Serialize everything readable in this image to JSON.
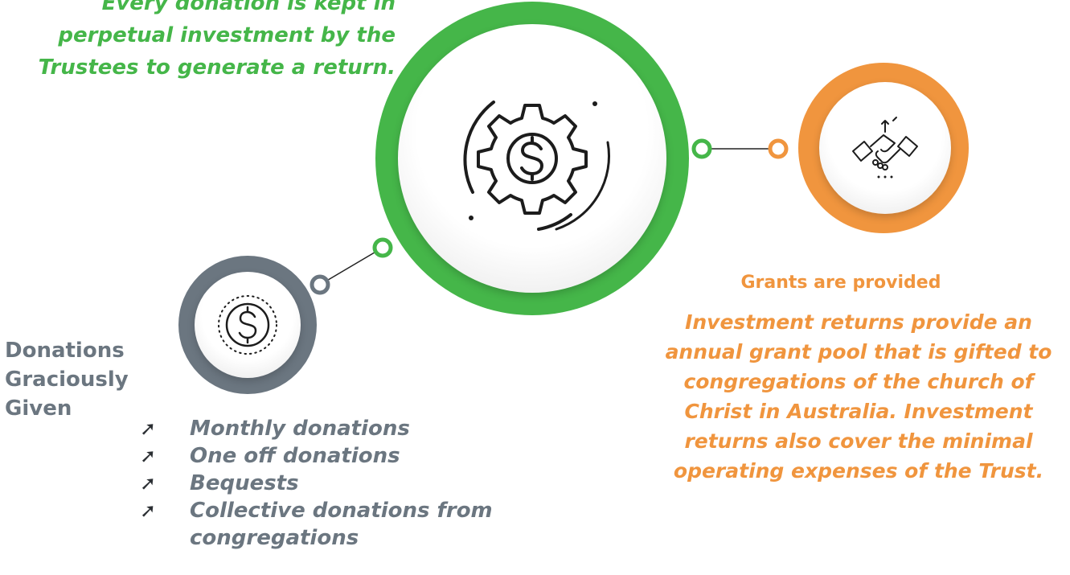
{
  "colors": {
    "green": "#45b649",
    "orange": "#f0953e",
    "grey": "#6b7680",
    "icon": "#1c1c1c"
  },
  "investment": {
    "text": "Every donation is kept in perpetual investment by the Trustees to generate a return.",
    "icon": "gear-dollar-icon"
  },
  "donations": {
    "title": "Donations Graciously Given",
    "icon": "dollar-coin-icon",
    "bullet_icon": "arrow-up-right-icon",
    "items": [
      "Monthly donations",
      "One off donations",
      "Bequests",
      "Collective donations from congregations"
    ]
  },
  "grants": {
    "title": "Grants are provided",
    "text": "Investment returns provide an annual grant pool that is gifted to congregations of the church of Christ in Australia. Investment returns also cover the minimal operating expenses of the Trust.",
    "icon": "handshake-icon"
  }
}
